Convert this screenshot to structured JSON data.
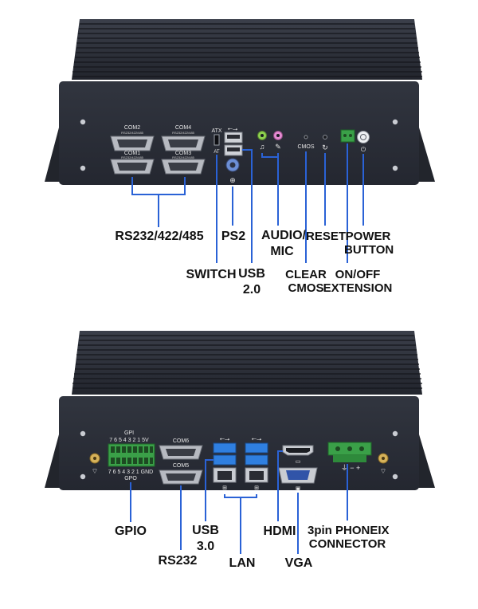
{
  "top_panel": {
    "port_texts": {
      "com2": "COM2",
      "com4": "COM4",
      "com1": "COM1",
      "com3": "COM3",
      "com_sub": "RS232/422/485",
      "atx": "ATX",
      "at": "AT",
      "cmos": "CMOS"
    },
    "callouts": {
      "rs232_422_485": "RS232/422/485",
      "ps2": "PS2",
      "audio_mic_1": "AUDIO/",
      "audio_mic_2": "MIC",
      "reset": "RESET",
      "power_button_1": "POWER",
      "power_button_2": "BUTTON",
      "switch": "SWITCH",
      "usb20_1": "USB",
      "usb20_2": "2.0",
      "clear_cmos_1": "CLEAR",
      "clear_cmos_2": "CMOS",
      "onoff_1": "ON/OFF",
      "onoff_2": "EXTENSION"
    }
  },
  "bottom_panel": {
    "port_texts": {
      "gpi": "GPI",
      "gpi_pins": "7 6 5 4 3 2 1 5V",
      "gpo_pins": "7 6 5 4 3 2 1 GND",
      "gpo": "GPO",
      "com6": "COM6",
      "com5": "COM5"
    },
    "callouts": {
      "gpio": "GPIO",
      "usb30_1": "USB",
      "usb30_2": "3.0",
      "rs232": "RS232",
      "lan": "LAN",
      "hdmi": "HDMI",
      "vga": "VGA",
      "phoenix_1": "3pin PHONEIX",
      "phoenix_2": "CONNECTOR"
    }
  },
  "colors": {
    "chassis": "#2b2f3a",
    "fin": "#1e2129",
    "callout_line": "#2a62d6",
    "usb3_blue": "#2f7fe0",
    "gpio_green": "#3aa048",
    "audio_green": "#8ed14f",
    "mic_pink": "#e58ad2"
  }
}
